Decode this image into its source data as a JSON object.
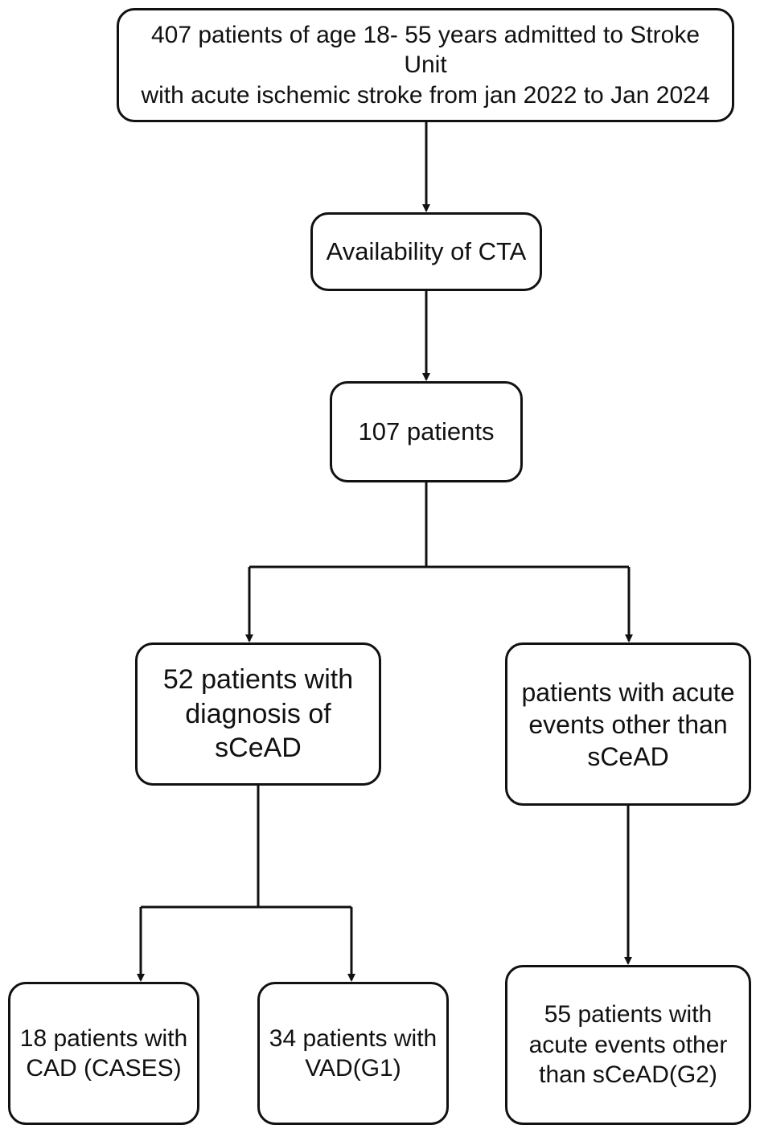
{
  "flowchart": {
    "nodes": [
      {
        "id": "intake",
        "text": "407 patients of age 18- 55 years admitted to Stroke Unit\nwith acute ischemic stroke from jan 2022 to Jan 2024"
      },
      {
        "id": "cta",
        "text": "Availability of CTA"
      },
      {
        "id": "n107",
        "text": "107 patients"
      },
      {
        "id": "n52",
        "text": "52 patients with\ndiagnosis of sCeAD"
      },
      {
        "id": "other",
        "text": "patients with acute\nevents other than\nsCeAD"
      },
      {
        "id": "n18",
        "text": "18 patients with\nCAD (CASES)"
      },
      {
        "id": "n34",
        "text": "34 patients with\nVAD(G1)"
      },
      {
        "id": "n55",
        "text": "55 patients with\nacute events other\nthan sCeAD(G2)"
      }
    ],
    "edges": [
      {
        "from": "intake",
        "to": "cta"
      },
      {
        "from": "cta",
        "to": "n107"
      },
      {
        "from": "n107",
        "to": "n52"
      },
      {
        "from": "n107",
        "to": "other"
      },
      {
        "from": "n52",
        "to": "n18"
      },
      {
        "from": "n52",
        "to": "n34"
      },
      {
        "from": "other",
        "to": "n55"
      }
    ],
    "colors": {
      "stroke": "#111111",
      "fill": "#ffffff",
      "text": "#111111"
    }
  }
}
